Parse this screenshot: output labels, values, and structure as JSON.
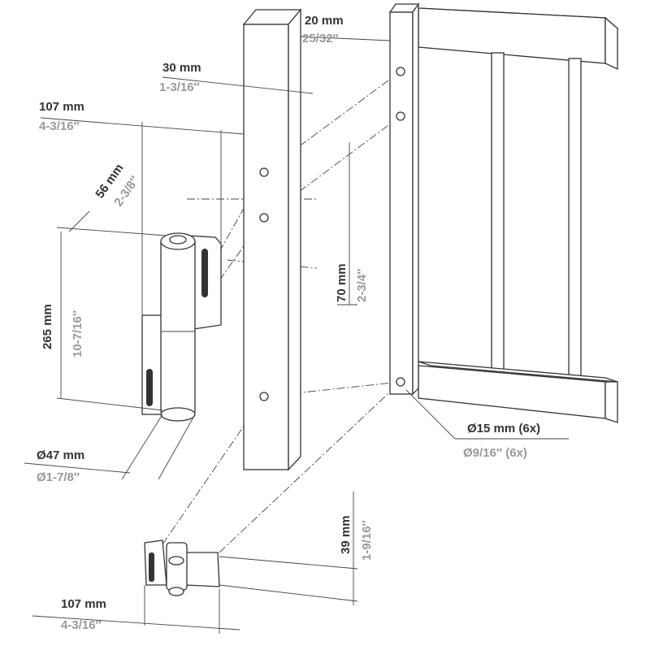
{
  "dimensions": {
    "gate_post_width": {
      "mm": "20 mm",
      "inch": "25/32″"
    },
    "post_width": {
      "mm": "30 mm",
      "inch": "1-3/16″"
    },
    "hinge_depth_top": {
      "mm": "107 mm",
      "inch": "4-3/16″"
    },
    "hinge_leaf": {
      "mm": "56 mm",
      "inch": "2-3/8″"
    },
    "hinge_height": {
      "mm": "265 mm",
      "inch": "10-7/16″"
    },
    "hinge_diameter": {
      "mm": "Ø47 mm",
      "inch": "Ø1-7/8″"
    },
    "hole_spacing": {
      "mm": "70 mm",
      "inch": "2-3/4″"
    },
    "hole_diameter": {
      "mm": "Ø15 mm (6x)",
      "inch": "Ø9/16″ (6x)"
    },
    "bottom_hinge_height": {
      "mm": "39 mm",
      "inch": "1-9/16″"
    },
    "hinge_depth_bottom": {
      "mm": "107 mm",
      "inch": "4-3/16″"
    }
  }
}
